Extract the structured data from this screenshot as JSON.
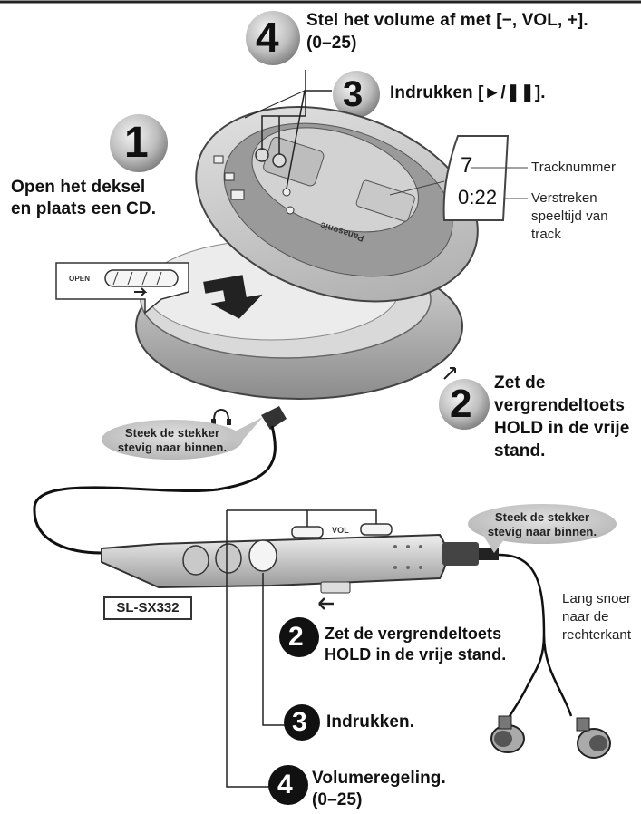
{
  "steps": {
    "s4": {
      "number": "4",
      "line1": "Stel het volume af met [−, VOL, +].",
      "line2": "(0–25)"
    },
    "s3": {
      "number": "3",
      "text": "Indrukken [►/❚❚]."
    },
    "s1": {
      "number": "1",
      "line1": "Open het deksel",
      "line2": "en plaats een CD."
    },
    "s2": {
      "number": "2",
      "line1": "Zet de",
      "line2": "vergrendeltoets",
      "line3": "HOLD in de vrije",
      "line4": "stand."
    }
  },
  "display": {
    "track_value": "7",
    "time_value": "0:22",
    "track_label": "Tracknummer",
    "time_label_1": "Verstreken",
    "time_label_2": "speeltijd van",
    "time_label_3": "track"
  },
  "bubbles": {
    "left_1": "Steek de stekker",
    "left_2": "stevig naar binnen.",
    "right_1": "Steek de stekker",
    "right_2": "stevig naar binnen."
  },
  "remote": {
    "model": "SL-SX332",
    "vol_label": "VOL",
    "step2": {
      "number": "2",
      "line1": "Zet de vergrendeltoets",
      "line2": "HOLD in de vrije stand."
    },
    "step3": {
      "number": "3",
      "text": "Indrukken."
    },
    "step4": {
      "number": "4",
      "line1": "Volumeregeling.",
      "line2": "(0–25)"
    }
  },
  "cord": {
    "line1": "Lang snoer",
    "line2": "naar de",
    "line3": "rechterkant"
  },
  "player": {
    "brand": "Panasonic",
    "hold_label": "OPEN"
  }
}
